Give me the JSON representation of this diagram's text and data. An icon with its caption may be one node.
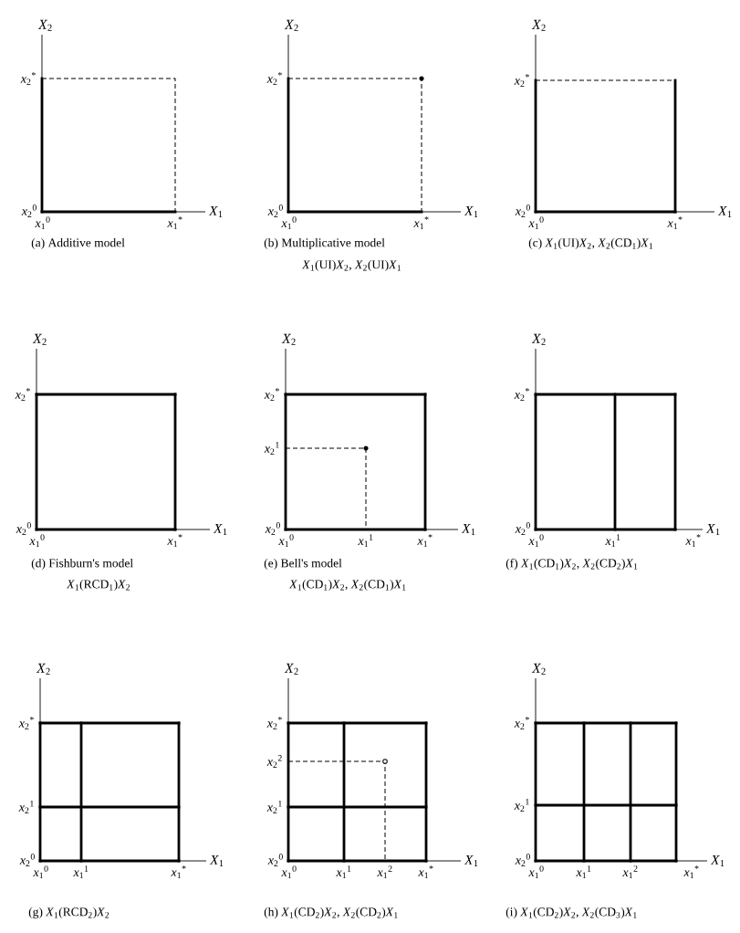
{
  "diagram": {
    "labels": [
      "*X*$_{2}$",
      "*x*$_{2}$$^{*}$",
      "*x*$_{2}$$^{0}$",
      "*x*$_{1}$$^{0}$",
      "*x*$_{1}$$^{*}$",
      "*X*$_{1}$",
      "(a) Additive model",
      "*X*$_{2}$",
      "*x*$_{2}$$^{*}$",
      "*x*$_{2}$$^{0}$",
      "*x*$_{1}$$^{0}$",
      "*x*$_{1}$$^{*}$",
      "*X*$_{1}$",
      "(b) Multiplicative model",
      "*X*$_{1}$(UI)*X*$_{2}$, *X*$_{2}$(UI)*X*$_{1}$",
      "*X*$_{2}$",
      "*x*$_{2}$$^{*}$",
      "*x*$_{2}$$^{0}$",
      "*x*$_{1}$$^{0}$",
      "*x*$_{1}$$^{*}$",
      "*X*$_{1}$",
      "(c) *X*$_{1}$(UI)*X*$_{2}$, *X*$_{2}$(CD$_{1}$)*X*$_{1}$",
      "*X*$_{2}$",
      "*x*$_{2}$$^{*}$",
      "*x*$_{2}$$^{0}$",
      "*x*$_{1}$$^{0}$",
      "*x*$_{1}$$^{*}$",
      "*X*$_{1}$",
      "(d) Fishburn's model",
      "*X*$_{1}$(RCD$_{1}$)*X*$_{2}$",
      "*X*$_{2}$",
      "*x*$_{2}$$^{*}$",
      "*x*$_{2}$$^{1}$",
      "*x*$_{2}$$^{0}$",
      "*x*$_{1}$$^{0}$",
      "*x*$_{1}$$^{1}$",
      "*x*$_{1}$$^{*}$",
      "*X*$_{1}$",
      "(e) Bell's model",
      "*X*$_{1}$(CD$_{1}$)*X*$_{2}$, *X*$_{2}$(CD$_{1}$)*X*$_{1}$",
      "*X*$_{2}$",
      "*x*$_{2}$$^{*}$",
      "*x*$_{2}$$^{0}$",
      "*x*$_{1}$$^{0}$",
      "*x*$_{1}$$^{1}$",
      "*x*$_{1}$$^{*}$",
      "*X*$_{1}$",
      "(f) *X*$_{1}$(CD$_{1}$)*X*$_{2}$, *X*$_{2}$(CD$_{2}$)*X*$_{1}$",
      "*X*$_{2}$",
      "*x*$_{2}$$^{*}$",
      "*x*$_{2}$$^{1}$",
      "*x*$_{2}$$^{0}$",
      "*x*$_{1}$$^{0}$",
      "*x*$_{1}$$^{1}$",
      "*x*$_{1}$$^{*}$",
      "*X*$_{1}$",
      "(g) *X*$_{1}$(RCD$_{2}$)*X*$_{2}$",
      "*X*$_{2}$",
      "*x*$_{2}$$^{*}$",
      "*x*$_{2}$$^{2}$",
      "*x*$_{2}$$^{1}$",
      "*x*$_{2}$$^{0}$",
      "*x*$_{1}$$^{0}$",
      "*x*$_{1}$$^{1}$",
      "*x*$_{1}$$^{2}$",
      "*x*$_{1}$$^{*}$",
      "*X*$_{1}$",
      "(h) *X*$_{1}$(CD$_{2}$)*X*$_{2}$, *X*$_{2}$(CD$_{2}$)*X*$_{1}$",
      "*X*$_{2}$",
      "*x*$_{2}$$^{*}$",
      "*x*$_{2}$$^{1}$",
      "*x*$_{2}$$^{0}$",
      "*x*$_{1}$$^{0}$",
      "*x*$_{1}$$^{1}$",
      "*x*$_{1}$$^{2}$",
      "*x*$_{1}$$^{*}$",
      "*X*$_{1}$",
      "(i) *X*$_{1}$(CD$_{2}$)*X*$_{2}$, *X*$_{2}$(CD$_{3}$)*X*$_{1}$"
    ]
  }
}
